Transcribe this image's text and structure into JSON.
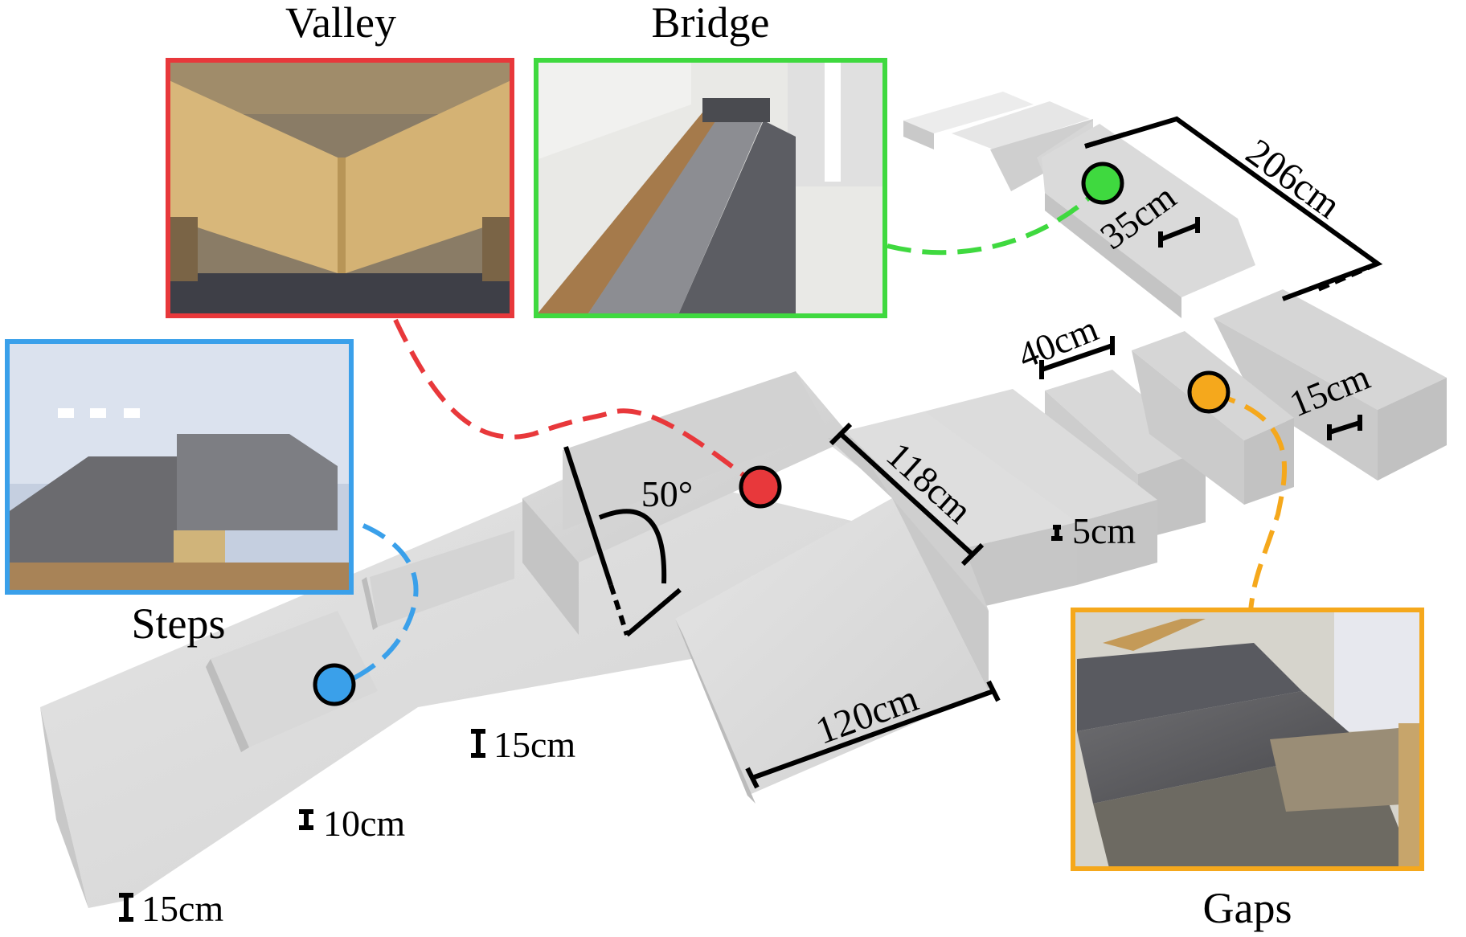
{
  "titles": {
    "valley": "Valley",
    "bridge": "Bridge",
    "steps": "Steps",
    "gaps": "Gaps"
  },
  "dimensions": {
    "bridge_length": "206cm",
    "bridge_width": "35cm",
    "gap_block": "40cm",
    "gap_space": "15cm",
    "valley_side": "118cm",
    "valley_angle": "50°",
    "valley_base": "120cm",
    "gap_drop": "5cm",
    "step_high": "15cm",
    "step_mid": "10cm",
    "step_low": "15cm"
  },
  "colors": {
    "valley": "#e8383b",
    "bridge": "#3fd93f",
    "steps": "#3aa0ea",
    "gaps": "#f5a81c",
    "terrain_top": "#dcdcdc",
    "terrain_side": "#c6c6c6"
  }
}
